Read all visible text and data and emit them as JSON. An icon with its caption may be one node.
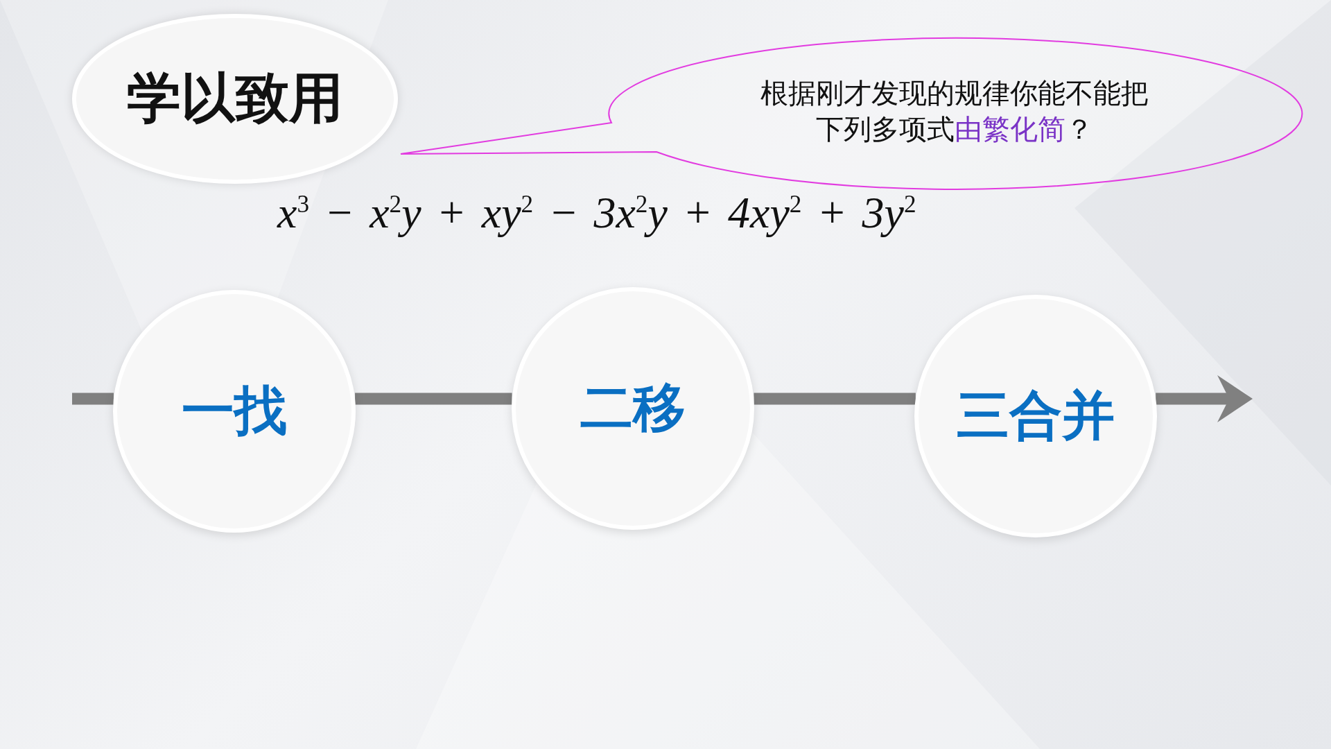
{
  "diagram": {
    "nodes": [
      {
        "text": [
          "学以致用"
        ]
      },
      {
        "text": [
          "根据刚才发现的规律你能不能把下列多项式**由繁化简**？"
        ]
      },
      {
        "text": [
          "一找"
        ]
      },
      {
        "text": [
          "二移"
        ]
      },
      {
        "text": [
          "三合并"
        ]
      }
    ],
    "edges": [
      {
        "from": null,
        "to": 2,
        "arrow": "none"
      },
      {
        "from": 2,
        "to": 3,
        "arrow": "none"
      },
      {
        "from": 3,
        "to": 4,
        "arrow": "none"
      },
      {
        "from": 4,
        "to": null,
        "arrow": "to"
      }
    ],
    "labels": [
      "x$^{3}$ − x$^{2}$y + xy$^{2}$ − 3x$^{2}$y + 4xy$^{2}$ + 3y$^{2}$"
    ]
  }
}
